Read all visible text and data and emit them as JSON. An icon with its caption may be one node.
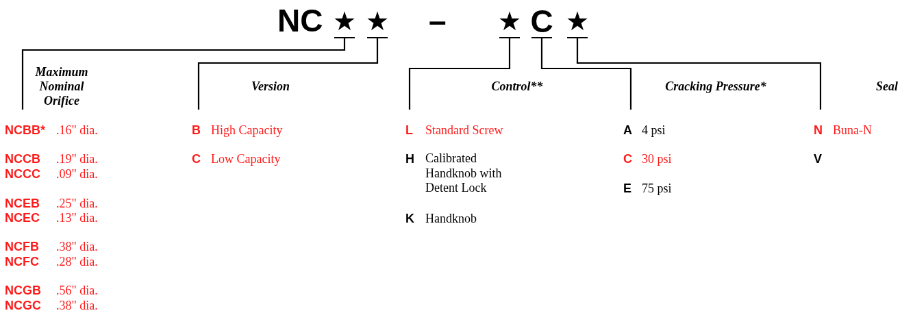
{
  "diagram": {
    "nodes": [
      {
        "text": [
          "★"
        ]
      },
      {
        "text": [
          "★"
        ]
      },
      {
        "text": [
          "★"
        ]
      },
      {
        "text": [
          "C"
        ]
      },
      {
        "text": [
          "★"
        ]
      },
      {
        "text": [
          "Maximum Nominal Orifice"
        ]
      },
      {
        "text": [
          "Version"
        ]
      },
      {
        "text": [
          "Control**"
        ]
      },
      {
        "text": [
          "Cracking Pressure*"
        ]
      },
      {
        "text": [
          "Seal"
        ]
      }
    ],
    "edges": [
      {
        "from": 0,
        "to": 5,
        "arrow": "none"
      },
      {
        "from": 1,
        "to": 6,
        "arrow": "none"
      },
      {
        "from": 2,
        "to": 7,
        "arrow": "none"
      },
      {
        "from": 3,
        "to": 8,
        "arrow": "none"
      },
      {
        "from": 4,
        "to": 9,
        "arrow": "none"
      }
    ],
    "labels": [
      "NC",
      "–",
      "NCBB*",
      ".16\" dia.",
      "NCCB",
      ".19\" dia.",
      "NCCC",
      ".09\" dia.",
      "NCEB",
      ".25\" dia.",
      "NCEC",
      ".13\" dia.",
      "NCFB",
      ".38\" dia.",
      "NCFC",
      ".28\" dia.",
      "NCGB",
      ".56\" dia.",
      "NCGC",
      ".38\" dia.",
      "B",
      "High Capacity",
      "C",
      "Low Capacity",
      "L",
      "Standard Screw",
      "H",
      "Calibrated Handknob with Detent Lock",
      "K",
      "Handknob",
      "A",
      "4 psi",
      "C",
      "30 psi",
      "E",
      "75 psi",
      "N",
      "Buna-N",
      "V"
    ]
  }
}
